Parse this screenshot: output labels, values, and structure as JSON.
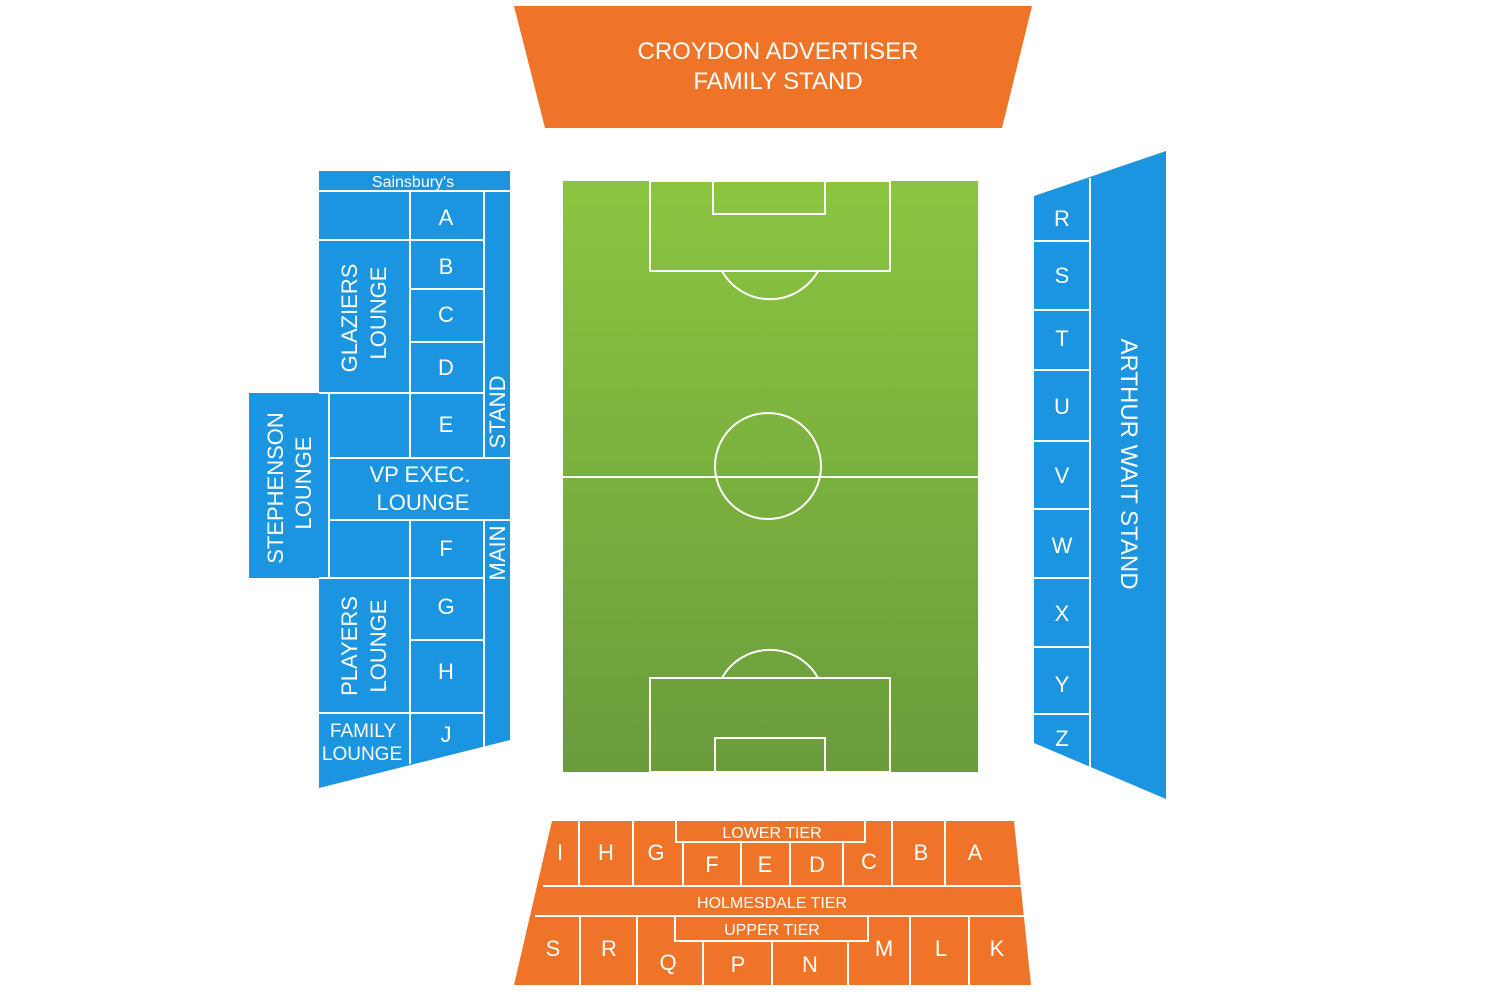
{
  "colors": {
    "blue_stand": "#1b95e0",
    "orange_stand": "#ef7427",
    "pitch_top": "#8bc540",
    "pitch_bottom": "#6a9c3c",
    "pitch_lines": "#ffffff",
    "background": "#ffffff"
  },
  "north_stand": {
    "line1": "CROYDON ADVERTISER",
    "line2": "FAMILY STAND"
  },
  "main_stand": {
    "name_top": "STAND",
    "name_bottom": "MAIN",
    "sponsor": "Sainsbury's",
    "glaziers_lounge": [
      "GLAZIERS",
      "LOUNGE"
    ],
    "stephenson_lounge": [
      "STEPHENSON",
      "LOUNGE"
    ],
    "vp_exec_lounge": [
      "VP EXEC.",
      "LOUNGE"
    ],
    "players_lounge": [
      "PLAYERS",
      "LOUNGE"
    ],
    "family_lounge": [
      "FAMILY",
      "LOUNGE"
    ],
    "blocks": [
      "A",
      "B",
      "C",
      "D",
      "E",
      "F",
      "G",
      "H",
      "J"
    ]
  },
  "arthur_wait_stand": {
    "name": "ARTHUR WAIT STAND",
    "blocks": [
      "R",
      "S",
      "T",
      "U",
      "V",
      "W",
      "X",
      "Y",
      "Z"
    ]
  },
  "holmesdale_stand": {
    "lower_tier": "LOWER TIER",
    "holmesdale_tier": "HOLMESDALE TIER",
    "upper_tier": "UPPER TIER",
    "lower_blocks": [
      "I",
      "H",
      "G",
      "F",
      "E",
      "D",
      "C",
      "B",
      "A"
    ],
    "upper_blocks": [
      "S",
      "R",
      "Q",
      "P",
      "N",
      "M",
      "L",
      "K"
    ]
  }
}
